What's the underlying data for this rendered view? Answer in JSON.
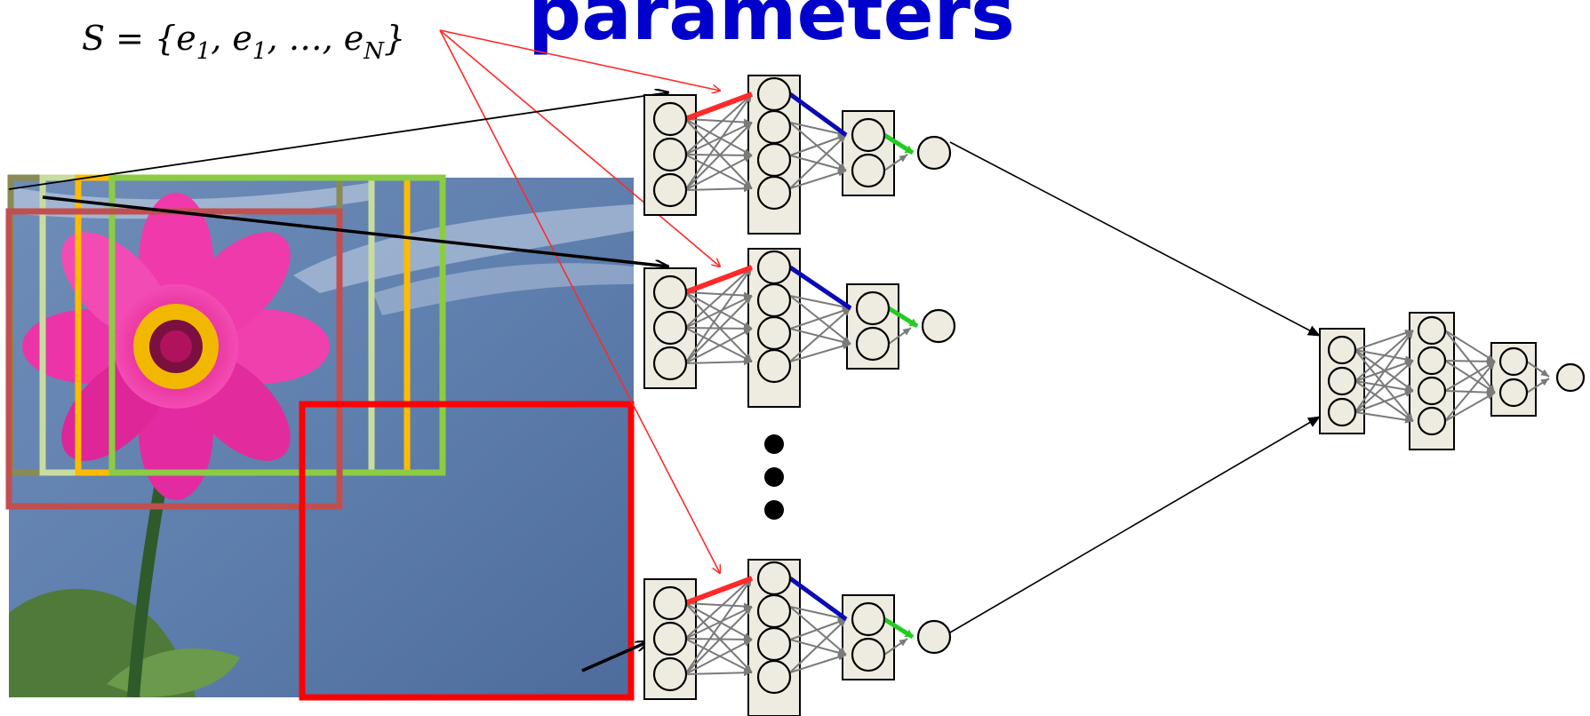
{
  "title": "parameters",
  "formula": {
    "set_symbol": "S",
    "rest": " = {e",
    "sub1": "1",
    "mid1": ", e",
    "sub2": "1",
    "mid2": ", …, e",
    "sub3": "N",
    "close": "}"
  },
  "colors": {
    "title": "#0000cc",
    "red_link": "#ff2a2a",
    "blue_link": "#0a0ab8",
    "green_link": "#22cc22",
    "node_fill": "#eeebe0",
    "gray_edge": "#7a7a7a",
    "sky": "#5a78a6",
    "petal": "#e8249e",
    "crop_olive": "#8a8a55",
    "crop_light": "#c8dca0",
    "crop_orange": "#ffbb00",
    "crop_green": "#8ccc44",
    "crop_brown": "#c05050",
    "crop_red": "#ff0000"
  },
  "icons": [
    "flower-photo",
    "neural-network-icon",
    "ellipsis-dots"
  ]
}
